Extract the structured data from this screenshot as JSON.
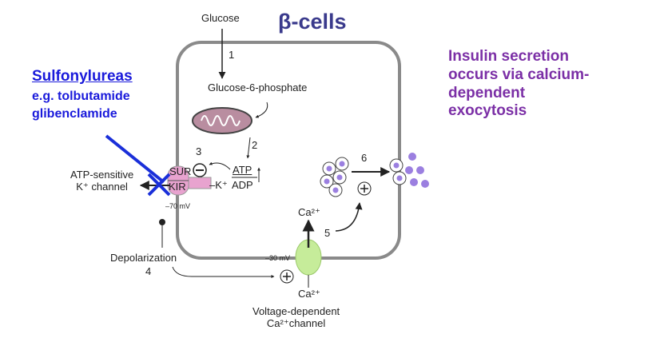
{
  "title": "β-cells",
  "side_note": {
    "lines": [
      "Insulin secretion",
      "occurs via calcium-",
      "dependent",
      "exocytosis"
    ]
  },
  "drug": {
    "title": "Sulfonylureas",
    "line1": "e.g. tolbutamide",
    "line2": "glibenclamide"
  },
  "labels": {
    "glucose": "Glucose",
    "g6p": "Glucose-6-phosphate",
    "atp": "ATP",
    "adp": "ADP",
    "sur": "SUR",
    "kir": "KIR",
    "k_out": "–K⁺",
    "katp_line1": "ATP-sensitive",
    "katp_line2": "K⁺ channel",
    "mv70": "–70 mV",
    "mv30": "–30 mV",
    "depol": "Depolarization",
    "ca_in": "Ca²⁺",
    "ca_out": "Ca²⁺",
    "vdcc_line1": "Voltage-dependent",
    "vdcc_line2": "Ca²⁺channel",
    "minus": "−",
    "plus": "+"
  },
  "steps": [
    "1",
    "2",
    "3",
    "4",
    "5",
    "6"
  ],
  "colors": {
    "cell_border": "#8a8a8a",
    "mito": "#b98da0",
    "channel_pink": "#e8a3cf",
    "ca_channel": "#c6ec9a",
    "granule": "#9b7fe0",
    "block_x": "#1a2fd9",
    "title": "#3a3a8c",
    "side_note": "#7b2fa6"
  }
}
